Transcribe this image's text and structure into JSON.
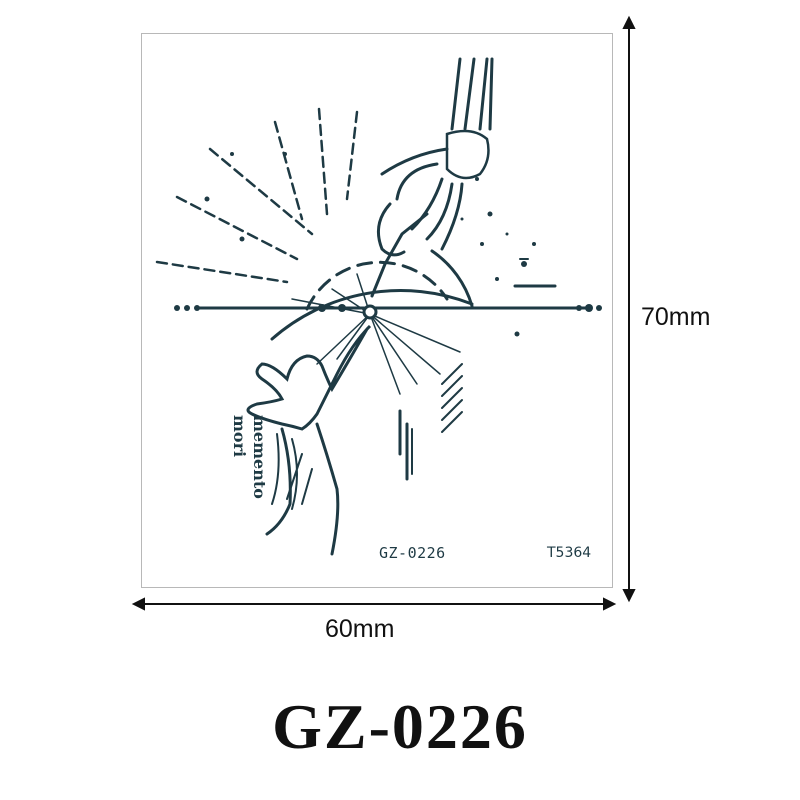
{
  "product": {
    "code": "GZ-0226",
    "sheet_code": "GZ-0226",
    "sku": "T5364",
    "motto_line1": "memento",
    "motto_line2": "mori"
  },
  "dimensions": {
    "width_label": "60mm",
    "height_label": "70mm"
  },
  "colors": {
    "ink": "#1e3a44",
    "dimension_lines": "#111111",
    "sheet_border": "#b8b8b8"
  }
}
